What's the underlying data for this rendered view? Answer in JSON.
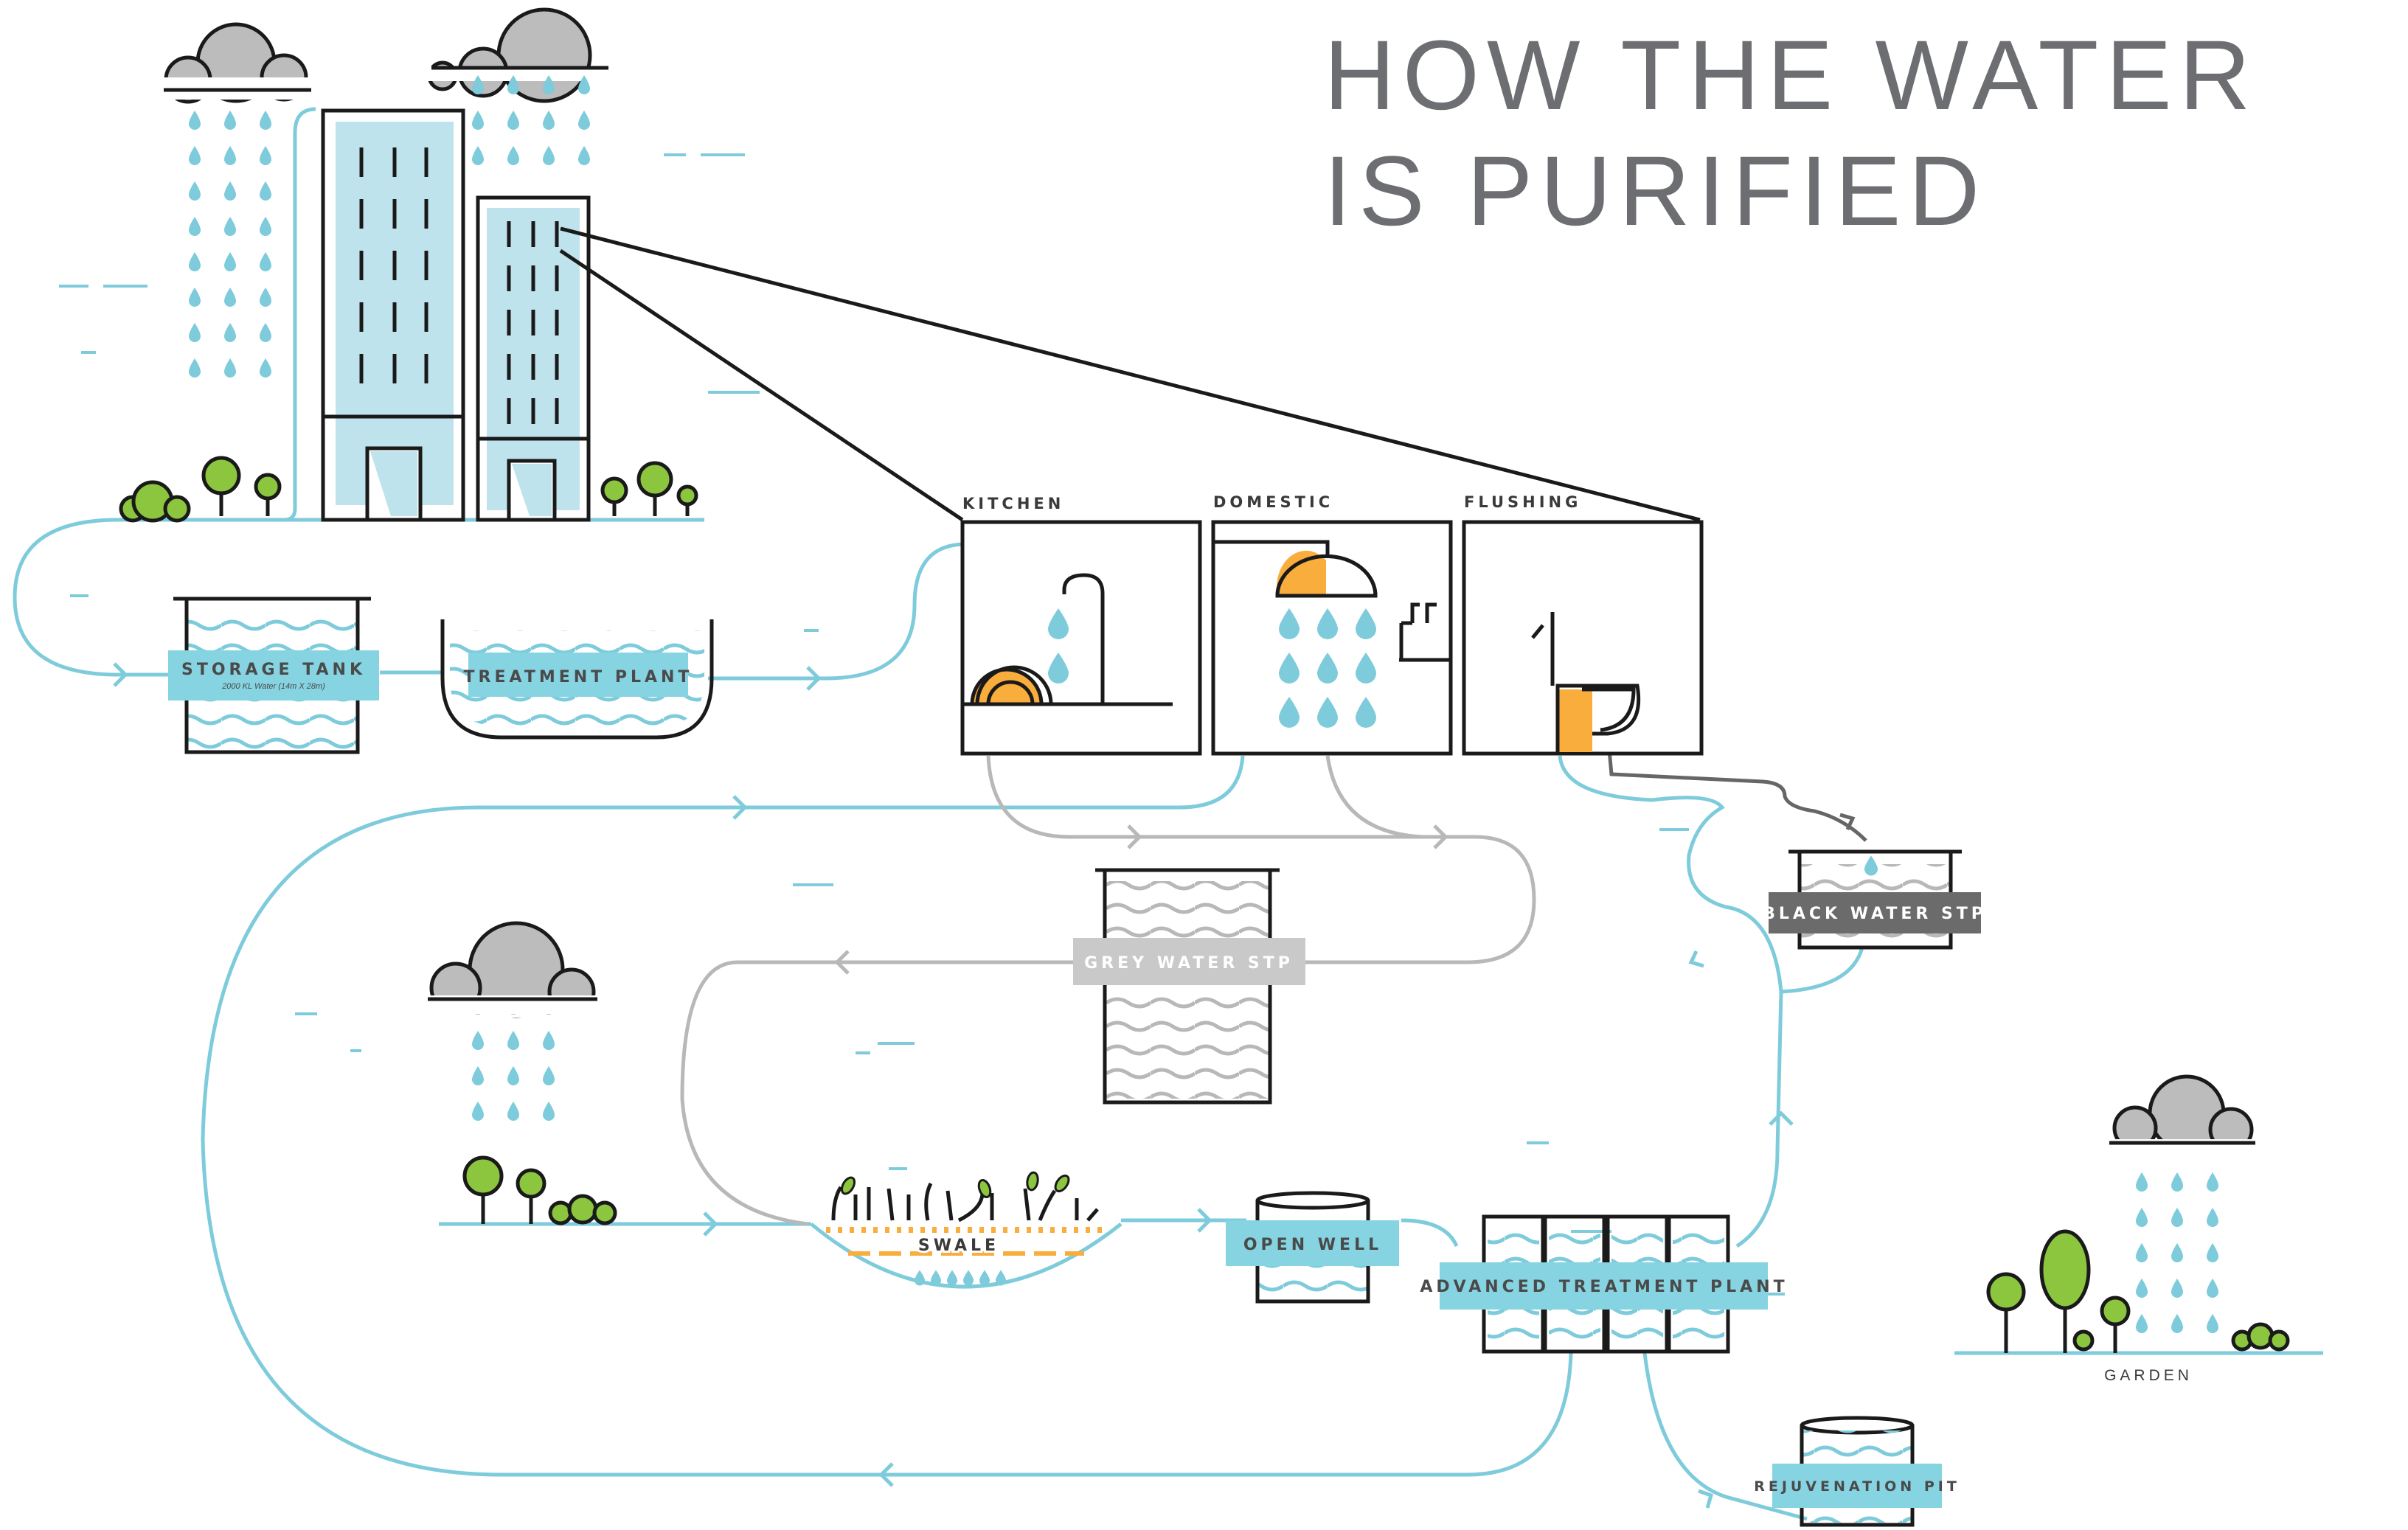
{
  "title": {
    "line1": "HOW THE WATER",
    "line2": "IS PURIFIED"
  },
  "rooms": {
    "kitchen": "KITCHEN",
    "domestic": "DOMESTIC",
    "flushing": "FLUSHING"
  },
  "nodes": {
    "storage_tank": "STORAGE TANK",
    "storage_tank_sub": "2000 KL Water (14m X 28m)",
    "treatment_plant": "TREATMENT PLANT",
    "black_water_stp": "BLACK WATER STP",
    "grey_water_stp": "GREY WATER STP",
    "swale": "SWALE",
    "open_well": "OPEN WELL",
    "advanced_treatment_plant": "ADVANCED TREATMENT PLANT",
    "rejuvenation_pit": "REJUVENATION PIT",
    "garden": "GARDEN"
  },
  "colors": {
    "water_blue": "#7ecbdb",
    "label_blue": "#86d3e1",
    "building_fill": "#bfe3ec",
    "grey_line": "#b8b8b8",
    "dark_label": "#6b6b6b",
    "grey_label": "#c9c9c9",
    "outline": "#1a1a1a",
    "cloud": "#bcbcbc",
    "tree_green": "#8cc63f",
    "accent_orange": "#f9ad3d",
    "title": "#6d6e71"
  },
  "icons": [
    "cloud-icon",
    "raindrop-icon",
    "tree-icon",
    "building-icon",
    "faucet-icon",
    "shower-icon",
    "toilet-icon",
    "sink-icon",
    "tank-icon",
    "plant-sprout-icon"
  ]
}
